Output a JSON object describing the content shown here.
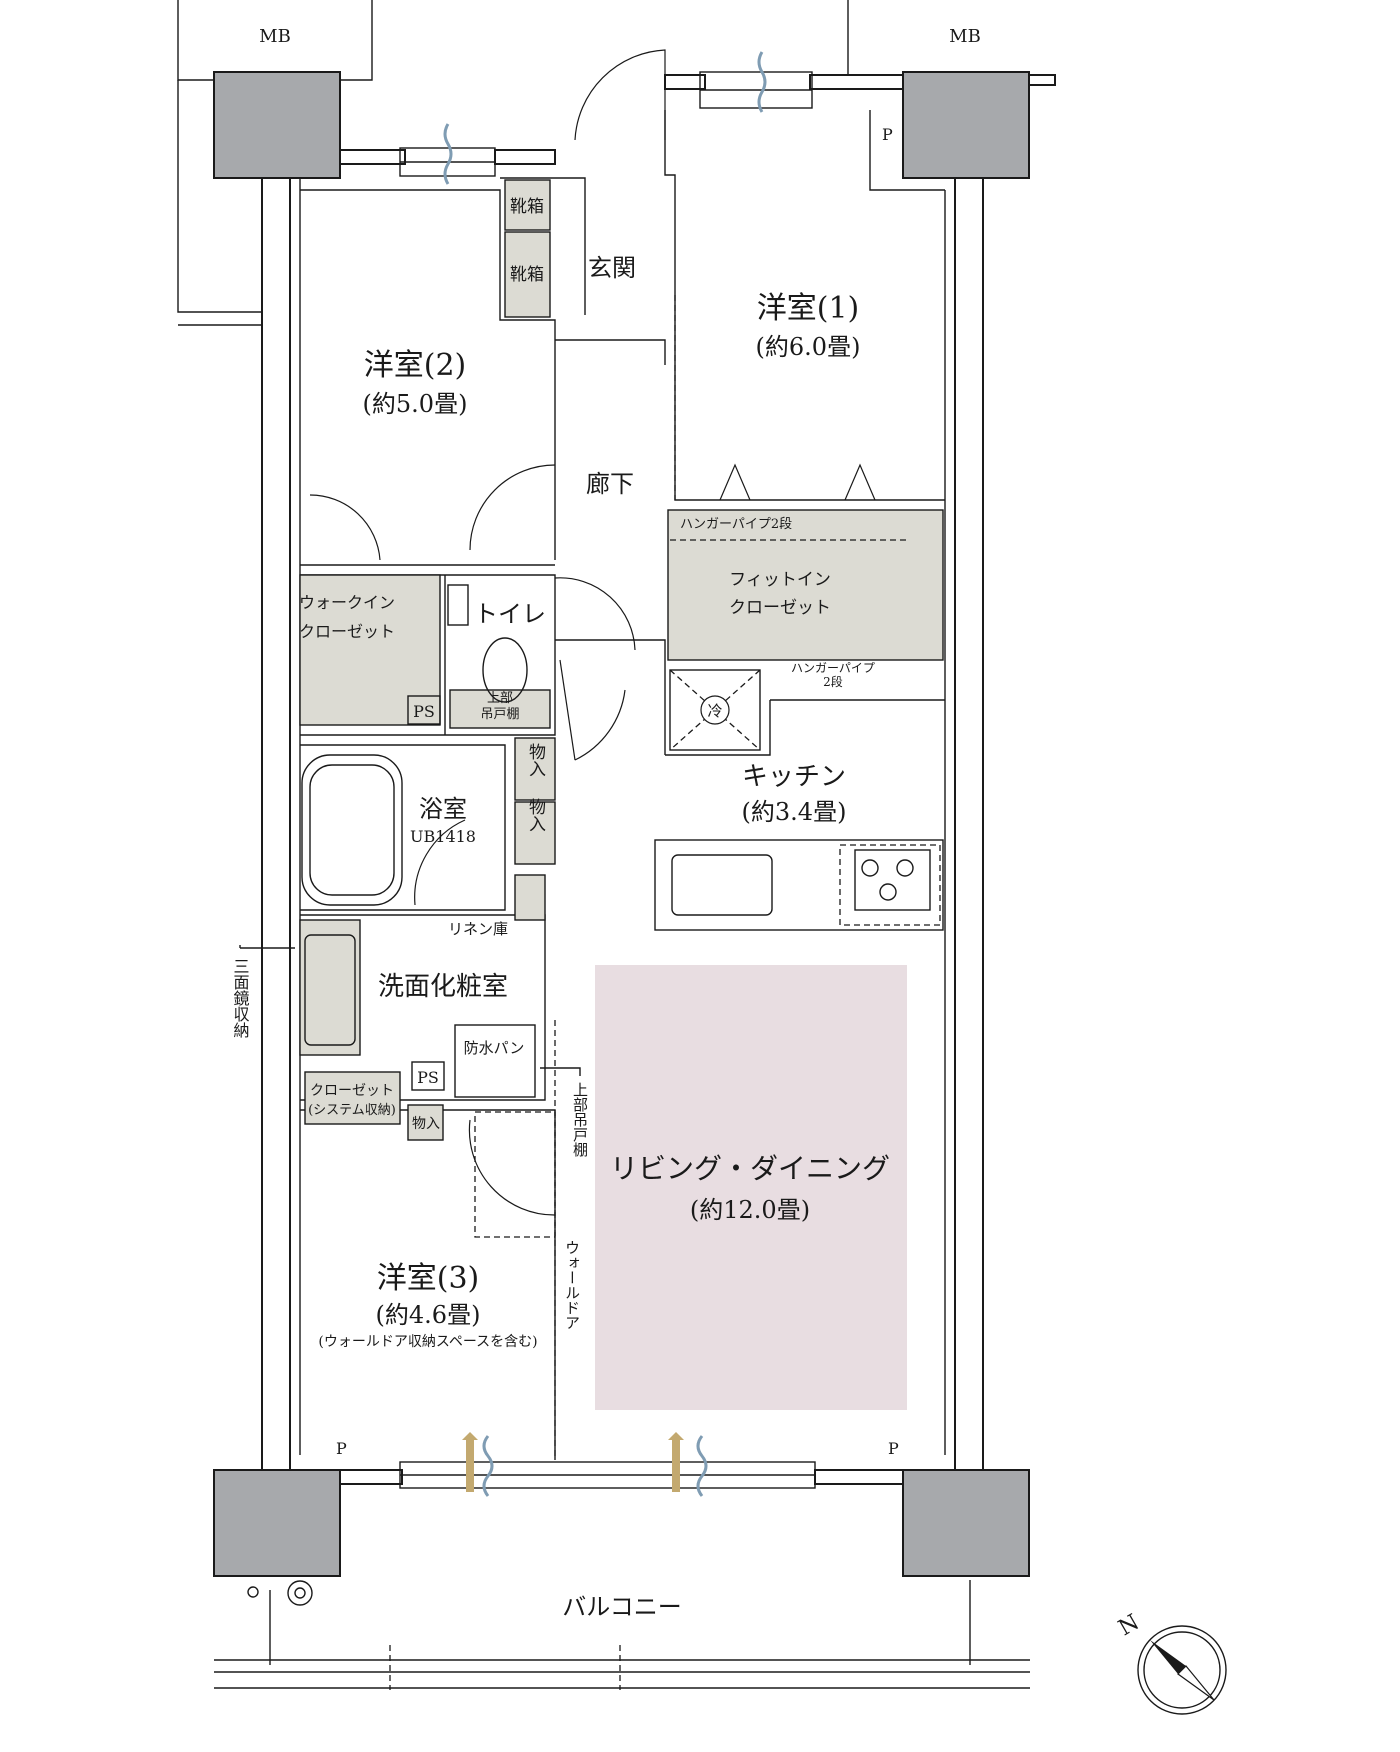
{
  "labels": {
    "mb_left": "MB",
    "mb_right": "MB",
    "p_top": "P",
    "p_bottom_left": "P",
    "p_bottom_right": "P",
    "shoebox_1": "靴箱",
    "shoebox_2": "靴箱",
    "entrance": "玄関",
    "room1_name": "洋室(1)",
    "room1_size": "(約6.0畳)",
    "room2_name": "洋室(2)",
    "room2_size": "(約5.0畳)",
    "corridor": "廊下",
    "hanger_pipe_top": "ハンガーパイプ2段",
    "fitin_1": "フィットイン",
    "fitin_2": "クローゼット",
    "hanger_pipe_b1": "ハンガーパイプ",
    "hanger_pipe_b2": "2段",
    "wic_1": "ウォークイン",
    "wic_2": "クローゼット",
    "toilet": "トイレ",
    "ps_upper": "PS",
    "upper_shelf_1": "上部",
    "upper_shelf_2": "吊戸棚",
    "fridge": "冷",
    "kitchen_name": "キッチン",
    "kitchen_size": "(約3.4畳)",
    "storage_1": "物入",
    "storage_2": "物入",
    "bath_name": "浴室",
    "bath_model": "UB1418",
    "linen": "リネン庫",
    "mirror_vertical": "三面鏡収納",
    "washroom": "洗面化粧室",
    "waterproof_pan": "防水パン",
    "ps_lower": "PS",
    "upper_cabinet_vertical": "上部吊戸棚",
    "closet_1": "クローゼット",
    "closet_2": "(システム収納)",
    "storage_small": "物入",
    "living_name": "リビング・ダイニング",
    "living_size": "(約12.0畳)",
    "room3_name": "洋室(3)",
    "room3_size": "(約4.6畳)",
    "room3_note": "(ウォールドア収納スペースを含む)",
    "wall_door_vertical": "ウォールドア",
    "balcony": "バルコニー",
    "compass_n": "N"
  },
  "colors": {
    "column": "#a7a9ac",
    "storage_fill": "#dcdbd3",
    "living_highlight": "#e8dde1",
    "airflow_in": "#c3a96f",
    "airflow_out": "#7f9cb3"
  }
}
